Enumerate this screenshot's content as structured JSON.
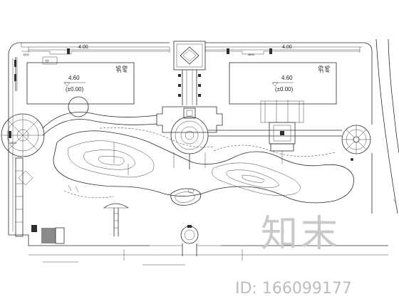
{
  "drawing": {
    "dimensions": {
      "left_top": "4.00",
      "right_top": "4.00"
    },
    "buildings": [
      {
        "elevation": "4.60",
        "relative": "(±0.00)",
        "label_num": "8#",
        "label_floors": "9F"
      },
      {
        "elevation": "4.60",
        "relative": "(±0.00)",
        "label_num": "9#",
        "label_floors": "6F"
      }
    ],
    "small_labels": {
      "left_dim": "1500",
      "right_dim": "3800",
      "left_side": "3800",
      "small_box": "72"
    }
  },
  "watermark": {
    "logo_text": "知末",
    "id_text": "ID: 166099177"
  },
  "colors": {
    "line": "#2b2b2b",
    "watermark": "#c9c9c9"
  }
}
